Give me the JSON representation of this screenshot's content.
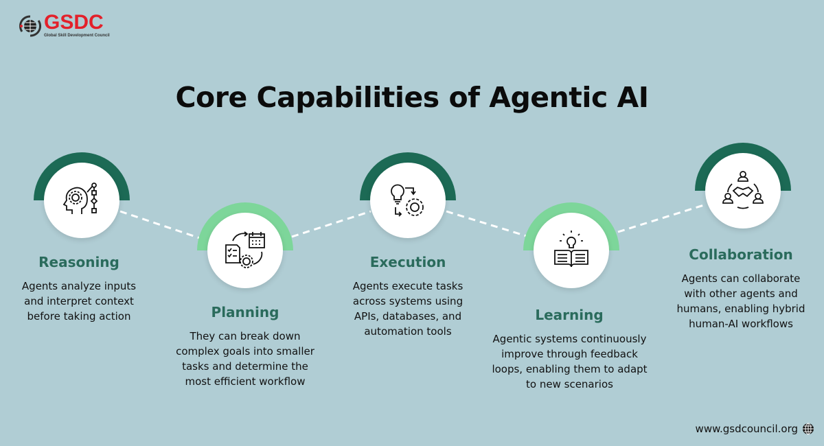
{
  "logo": {
    "name": "GSDC",
    "subtitle": "Global Skill Development Council"
  },
  "title": "Core Capabilities of Agentic AI",
  "colors": {
    "background": "#b0cdd4",
    "dark_green": "#1c6a55",
    "light_green": "#7dd69a",
    "heading": "#2a6b5c"
  },
  "capabilities": [
    {
      "title": "Reasoning",
      "description": "Agents analyze inputs and interpret context before taking action",
      "icon": "head-gear-flowchart-icon"
    },
    {
      "title": "Planning",
      "description": "They can break down complex goals into smaller tasks and determine the most efficient workflow",
      "icon": "checklist-calendar-gear-icon"
    },
    {
      "title": "Execution",
      "description": "Agents execute tasks across systems using APIs, databases, and automation tools",
      "icon": "bulb-gear-process-icon"
    },
    {
      "title": "Learning",
      "description": "Agentic systems continuously improve through feedback loops, enabling them to adapt to new scenarios",
      "icon": "open-book-bulb-icon"
    },
    {
      "title": "Collaboration",
      "description": "Agents can collaborate with other agents and humans, enabling hybrid human-AI workflows",
      "icon": "handshake-people-icon"
    }
  ],
  "footer": {
    "website": "www.gsdcouncil.org"
  }
}
